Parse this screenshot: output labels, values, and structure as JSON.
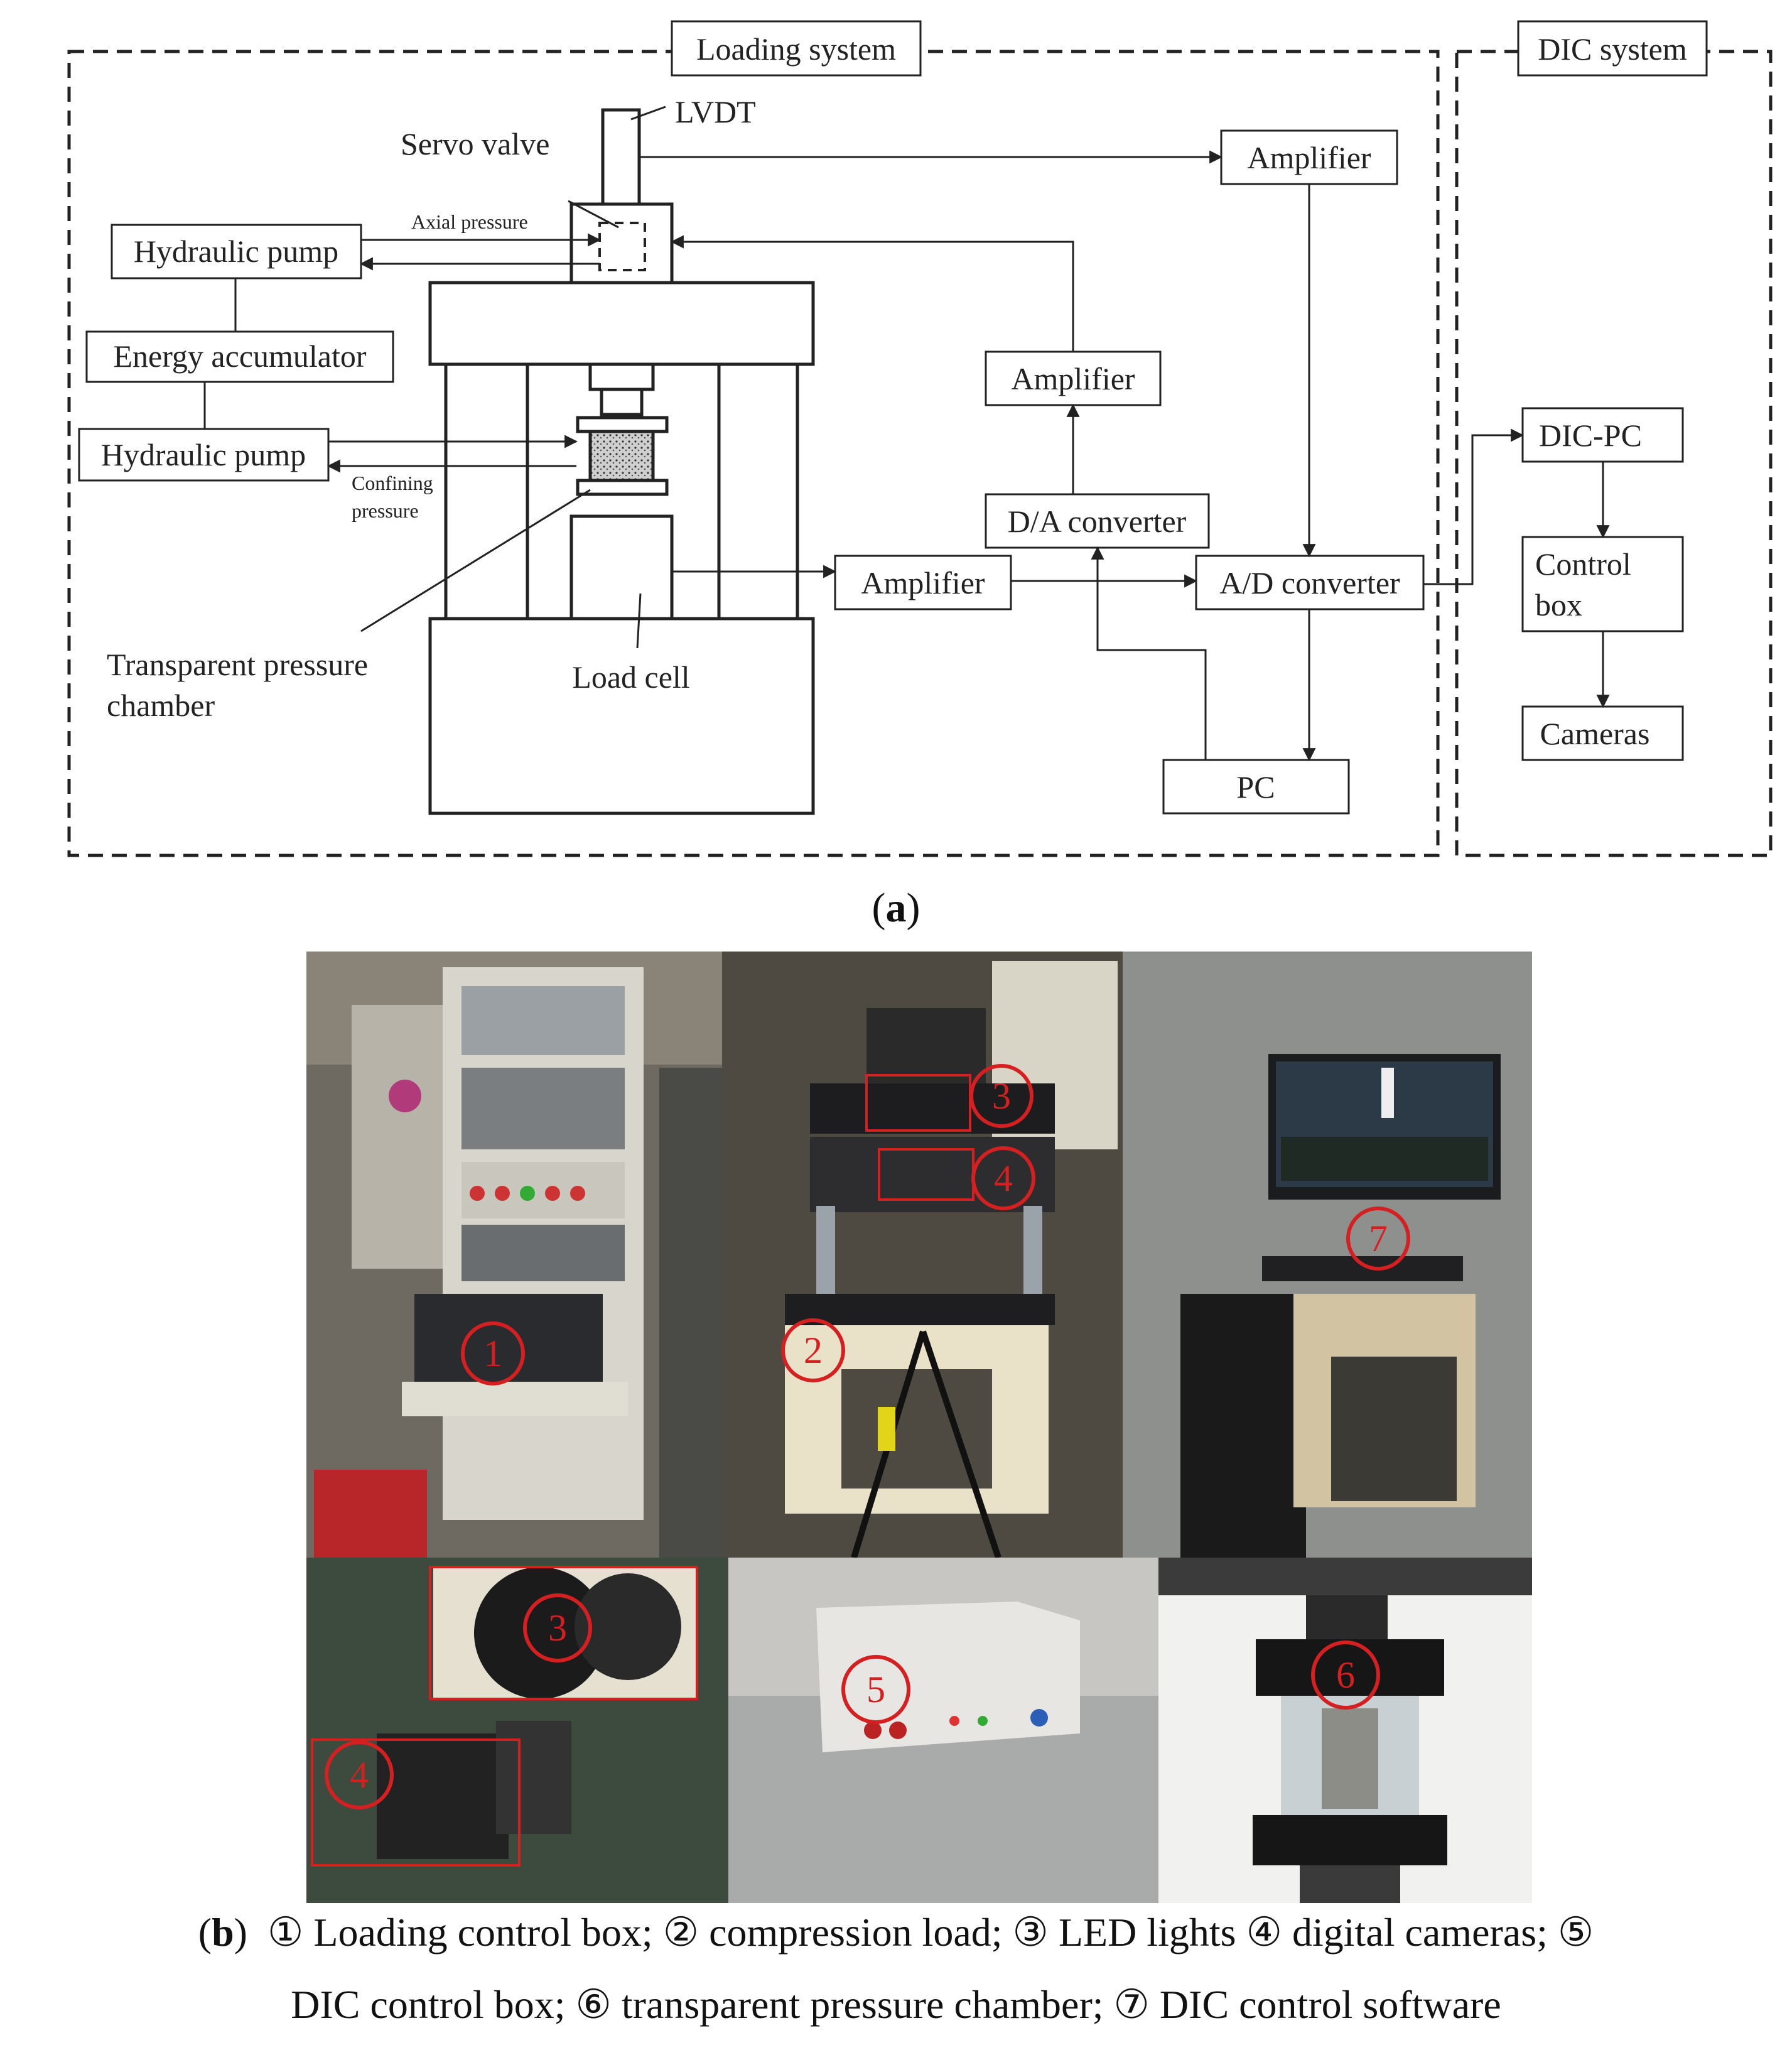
{
  "diagram": {
    "groups": {
      "loading": "Loading system",
      "dic": "DIC system"
    },
    "labels": {
      "lvdt": "LVDT",
      "servo_valve": "Servo valve",
      "axial_pressure": "Axial  pressure",
      "confining_1": "Confining",
      "confining_2": "pressure",
      "transparent_1": "Transparent pressure",
      "transparent_2": "chamber",
      "load_cell": "Load cell"
    },
    "boxes": {
      "hydraulic_pump_top": "Hydraulic pump",
      "energy_accumulator": "Energy accumulator",
      "hydraulic_pump_bottom": "Hydraulic pump",
      "amplifier_top": "Amplifier",
      "amplifier_mid": "Amplifier",
      "da_converter": "D/A converter",
      "amplifier_loadcell": "Amplifier",
      "ad_converter": "A/D converter",
      "pc": "PC",
      "dic_pc": "DIC-PC",
      "control_box_1": "Control",
      "control_box_2": "box",
      "cameras": "Cameras"
    }
  },
  "photo_markers": [
    "1",
    "2",
    "3",
    "4",
    "7",
    "3",
    "4",
    "5",
    "6"
  ],
  "captions": {
    "a_letter": "a",
    "b_letter": "b",
    "b_line1": "① Loading control box; ② compression load; ③ LED lights ④ digital cameras; ⑤",
    "b_line2": "DIC control box; ⑥ transparent pressure chamber; ⑦ DIC control software"
  },
  "colors": {
    "marker": "#d42020",
    "line": "#222222"
  }
}
